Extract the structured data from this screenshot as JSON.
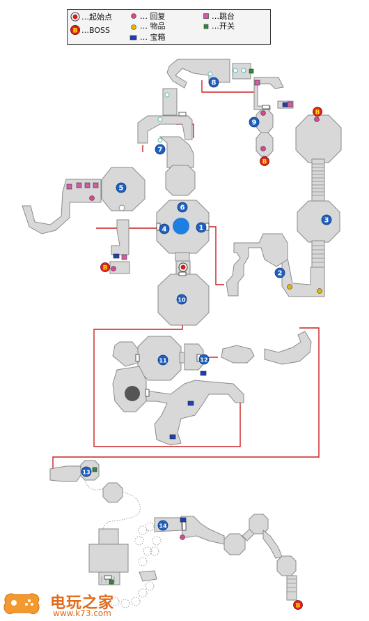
{
  "legend": {
    "start": "…起始点",
    "boss": "…BOSS",
    "heal": "… 回复",
    "items": "… 物品",
    "chest": "… 宝箱",
    "jump": "…跳台",
    "switch": "…开关"
  },
  "boss_badge": "B",
  "areas": [
    "1",
    "2",
    "3",
    "4",
    "5",
    "6",
    "7",
    "8",
    "9",
    "10",
    "11",
    "12",
    "13",
    "14"
  ],
  "watermark": {
    "title": "电玩之家",
    "url": "www.k73.com"
  },
  "colors": {
    "room_fill": "#d8d8d8",
    "room_stroke": "#8a8a8a",
    "route": "#cc1f1f",
    "area_badge": "#1e5fbf",
    "boss_badge": "#e0231c",
    "heal": "#d9478f",
    "item": "#e8b400",
    "chest": "#1f3fb8",
    "jump": "#d65aa6",
    "switch": "#2e8a3a",
    "start": "#cc1f1f",
    "door": "#ffffff",
    "teleport": "#7fd0d0",
    "dotted": "#9a9a9a"
  }
}
